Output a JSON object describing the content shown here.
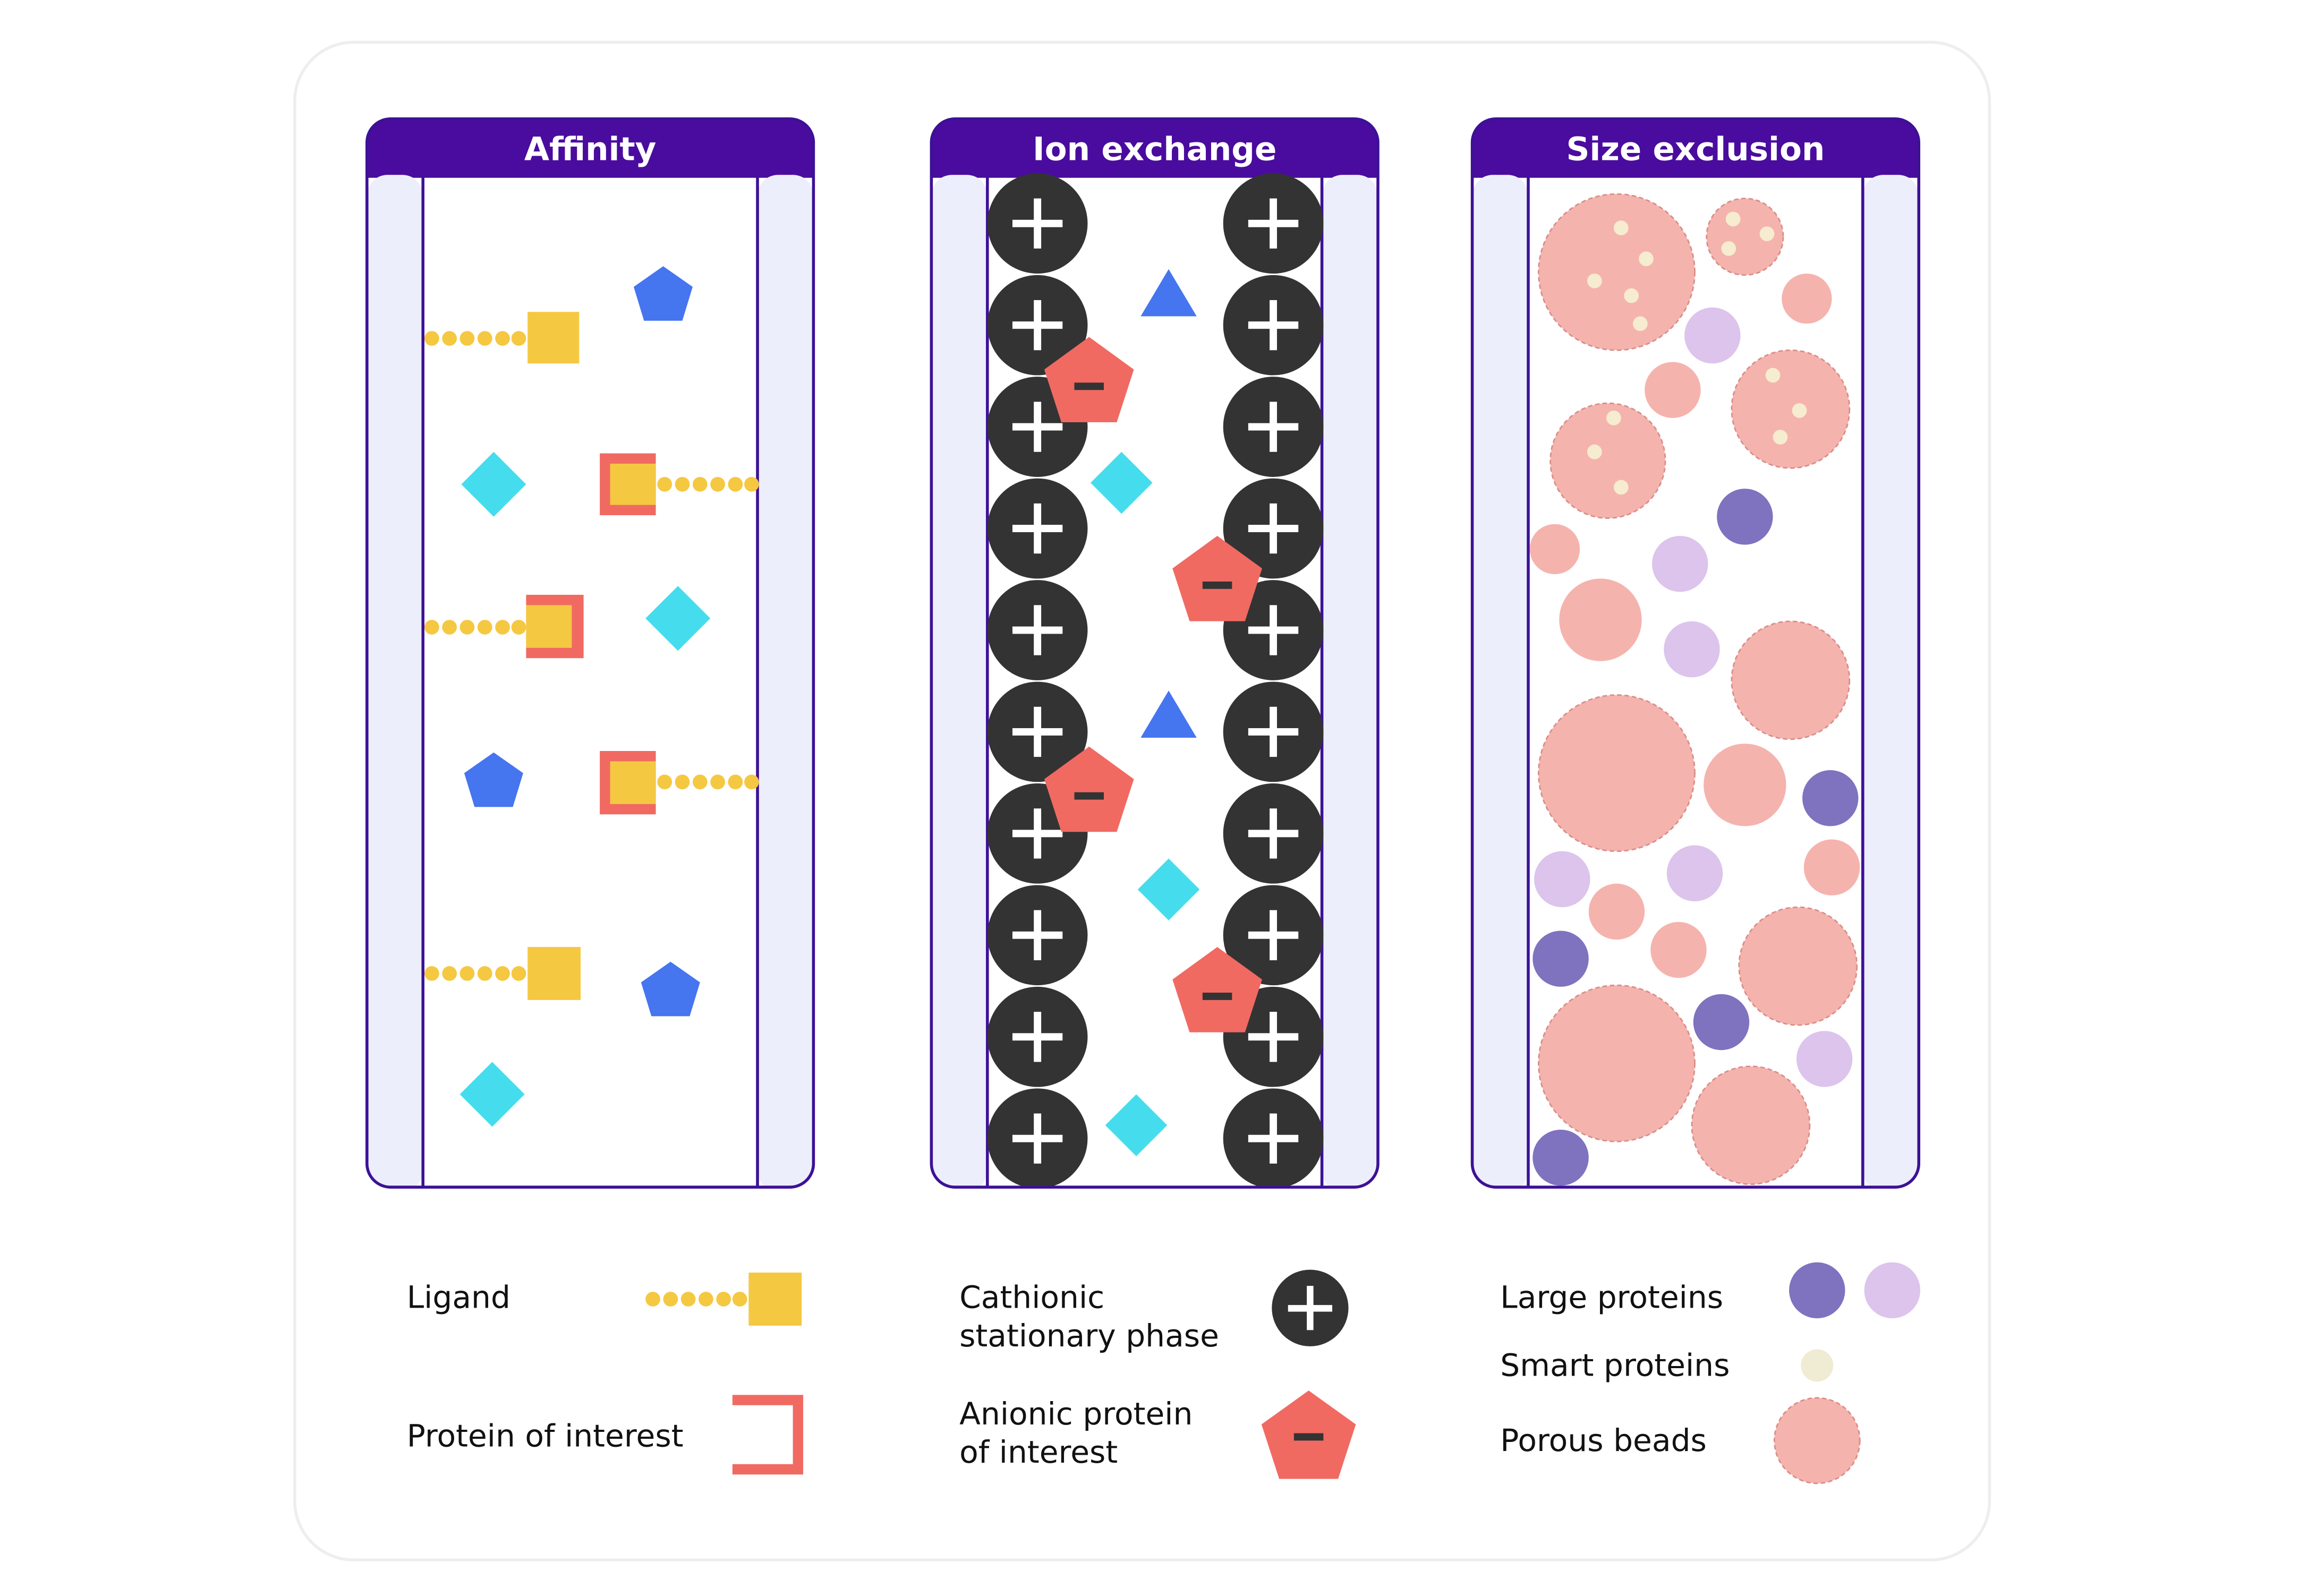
{
  "panels": {
    "affinity": {
      "title": "Affinity"
    },
    "ion_exchange": {
      "title": "Ion exchange"
    },
    "size_exclusion": {
      "title": "Size exclusion"
    }
  },
  "legend": {
    "affinity": {
      "ligand": "Ligand",
      "protein_of_interest": "Protein of interest"
    },
    "ion_exchange": {
      "cationic_line1": "Cathionic",
      "cationic_line2": "stationary phase",
      "anionic_line1": "Anionic protein",
      "anionic_line2": "of interest"
    },
    "size_exclusion": {
      "large_proteins": "Large proteins",
      "small_proteins": "Smart proteins",
      "porous_beads": "Porous beads"
    }
  },
  "symbols": {
    "plus": "+",
    "minus": "−"
  },
  "colors": {
    "header_purple": "#4a0c9e",
    "column_outline": "#3d1196",
    "column_wall": "#eceefb",
    "ligand_yellow": "#f5c842",
    "protein_red": "#f06a62",
    "pentagon_blue": "#4575ef",
    "diamond_cyan": "#45dded",
    "cation_dark": "#333333",
    "bead_pink": "#f5b3ae",
    "protein_dark_violet": "#7f72bf",
    "protein_light_violet": "#dcc4ec",
    "pore_cream": "#f6ecd0"
  },
  "icons": [
    "ligand-icon",
    "protein-bracket-icon",
    "cation-plus-icon",
    "anion-minus-icon",
    "large-protein-icon",
    "small-protein-icon",
    "porous-bead-icon"
  ]
}
